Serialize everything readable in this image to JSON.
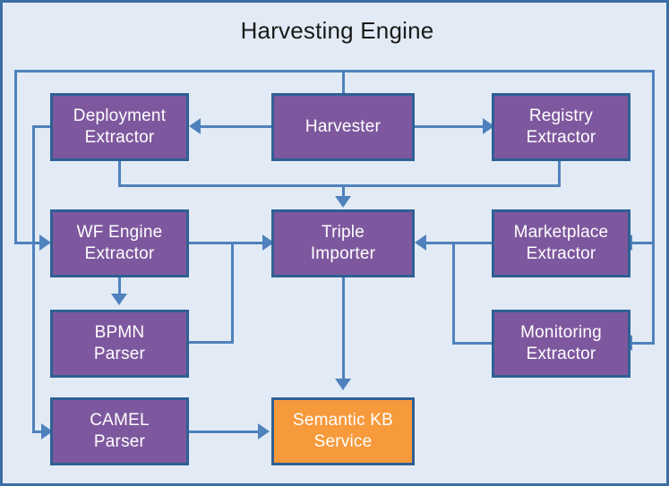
{
  "diagram": {
    "title": "Harvesting Engine",
    "background_color": "#e2ebf5",
    "border_color": "#3a6ea5",
    "connector_color": "#4f81bd",
    "node_fill_purple": "#7e589e",
    "node_fill_orange": "#f79a3c",
    "node_border_color": "#2e6094",
    "nodes": [
      {
        "id": "deployment-extractor",
        "label": "Deployment\nExtractor",
        "type": "component",
        "color": "#7e589e"
      },
      {
        "id": "harvester",
        "label": "Harvester",
        "type": "component",
        "color": "#7e589e"
      },
      {
        "id": "registry-extractor",
        "label": "Registry\nExtractor",
        "type": "component",
        "color": "#7e589e"
      },
      {
        "id": "wf-engine-extractor",
        "label": "WF Engine\nExtractor",
        "type": "component",
        "color": "#7e589e"
      },
      {
        "id": "triple-importer",
        "label": "Triple\nImporter",
        "type": "component",
        "color": "#7e589e"
      },
      {
        "id": "marketplace-extractor",
        "label": "Marketplace\nExtractor",
        "type": "component",
        "color": "#7e589e"
      },
      {
        "id": "bpmn-parser",
        "label": "BPMN\nParser",
        "type": "component",
        "color": "#7e589e"
      },
      {
        "id": "monitoring-extractor",
        "label": "Monitoring\nExtractor",
        "type": "component",
        "color": "#7e589e"
      },
      {
        "id": "camel-parser",
        "label": "CAMEL\nParser",
        "type": "component",
        "color": "#7e589e"
      },
      {
        "id": "semantic-kb-service",
        "label": "Semantic KB\nService",
        "type": "service",
        "color": "#f79a3c"
      }
    ],
    "edges": [
      {
        "from": "harvester",
        "to": "deployment-extractor"
      },
      {
        "from": "harvester",
        "to": "registry-extractor"
      },
      {
        "from": "harvester",
        "to": "wf-engine-extractor"
      },
      {
        "from": "harvester",
        "to": "marketplace-extractor"
      },
      {
        "from": "harvester",
        "to": "monitoring-extractor"
      },
      {
        "from": "deployment-extractor",
        "to": "triple-importer"
      },
      {
        "from": "deployment-extractor",
        "to": "camel-parser"
      },
      {
        "from": "registry-extractor",
        "to": "triple-importer"
      },
      {
        "from": "wf-engine-extractor",
        "to": "triple-importer"
      },
      {
        "from": "wf-engine-extractor",
        "to": "bpmn-parser"
      },
      {
        "from": "bpmn-parser",
        "to": "triple-importer"
      },
      {
        "from": "marketplace-extractor",
        "to": "triple-importer"
      },
      {
        "from": "monitoring-extractor",
        "to": "triple-importer"
      },
      {
        "from": "triple-importer",
        "to": "semantic-kb-service"
      },
      {
        "from": "camel-parser",
        "to": "semantic-kb-service"
      }
    ]
  }
}
